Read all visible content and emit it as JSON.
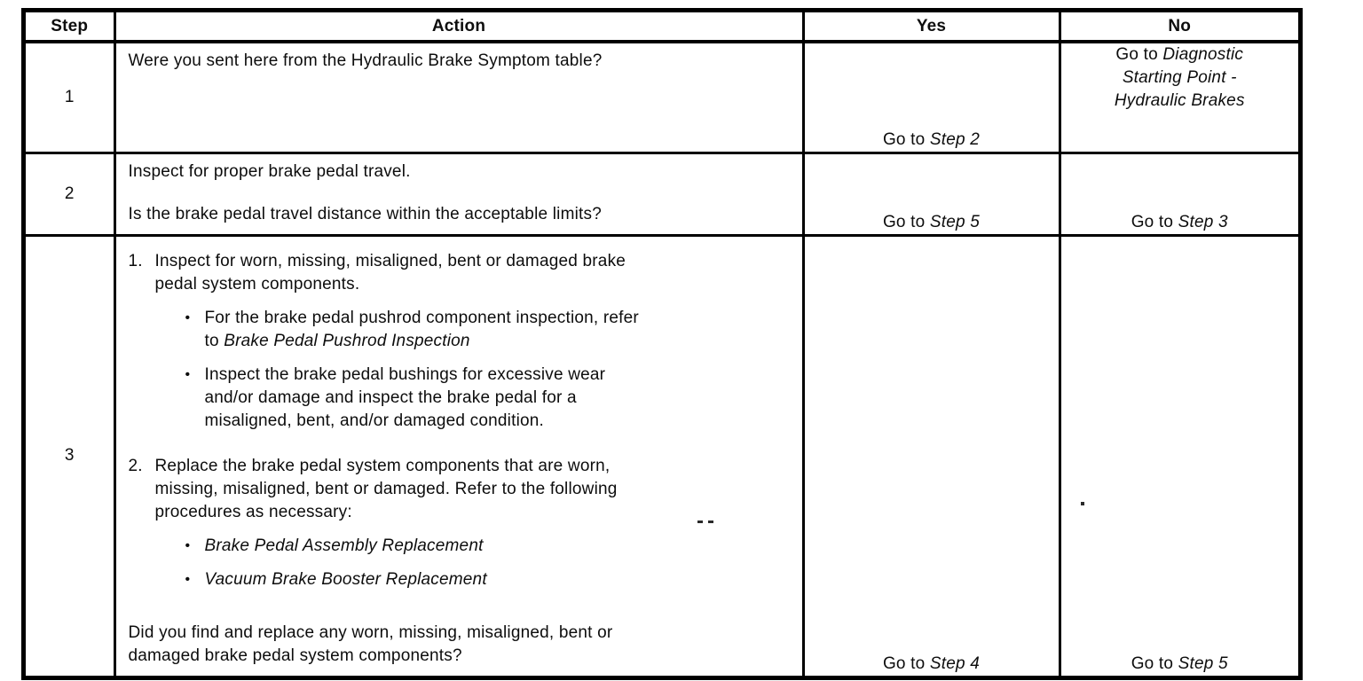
{
  "table": {
    "bullet_char": "•",
    "headers": [
      "Step",
      "Action",
      "Yes",
      "No"
    ],
    "rows": [
      {
        "step": "1",
        "action": {
          "question": "Were you sent here from the Hydraulic Brake Symptom table?"
        },
        "yes": {
          "prefix": "Go to ",
          "target": "Step 2"
        },
        "no": {
          "prefix": "Go to ",
          "target": "Diagnostic\nStarting Point -\nHydraulic Brakes"
        }
      },
      {
        "step": "2",
        "action": {
          "intro": "Inspect for proper brake pedal travel.",
          "question": "Is the brake pedal travel distance within the acceptable limits?"
        },
        "yes": {
          "prefix": "Go to ",
          "target": "Step 5"
        },
        "no": {
          "prefix": "Go to ",
          "target": "Step 3"
        }
      },
      {
        "step": "3",
        "action": {
          "items": [
            {
              "num": "1.",
              "text": "Inspect for worn, missing, misaligned, bent or damaged brake\npedal system components.",
              "bullets": [
                {
                  "pre": "For the brake pedal pushrod component inspection, refer\nto ",
                  "italic": "Brake Pedal Pushrod Inspection"
                },
                {
                  "pre": "Inspect the brake pedal bushings for excessive wear\nand/or damage and inspect the brake pedal for a\nmisaligned, bent, and/or damaged condition.",
                  "italic": ""
                }
              ]
            },
            {
              "num": "2.",
              "text": "Replace the brake pedal system components that are worn,\nmissing, misaligned, bent or damaged. Refer to the following\nprocedures as necessary:",
              "bullets": [
                {
                  "pre": "",
                  "italic": "Brake Pedal Assembly Replacement"
                },
                {
                  "pre": "",
                  "italic": "Vacuum Brake Booster Replacement"
                }
              ]
            }
          ],
          "question": "Did you find and replace any worn, missing, misaligned, bent or\ndamaged brake pedal system components?"
        },
        "yes": {
          "prefix": "Go to ",
          "target": "Step 4"
        },
        "no": {
          "prefix": "Go to ",
          "target": "Step 5"
        }
      }
    ]
  }
}
